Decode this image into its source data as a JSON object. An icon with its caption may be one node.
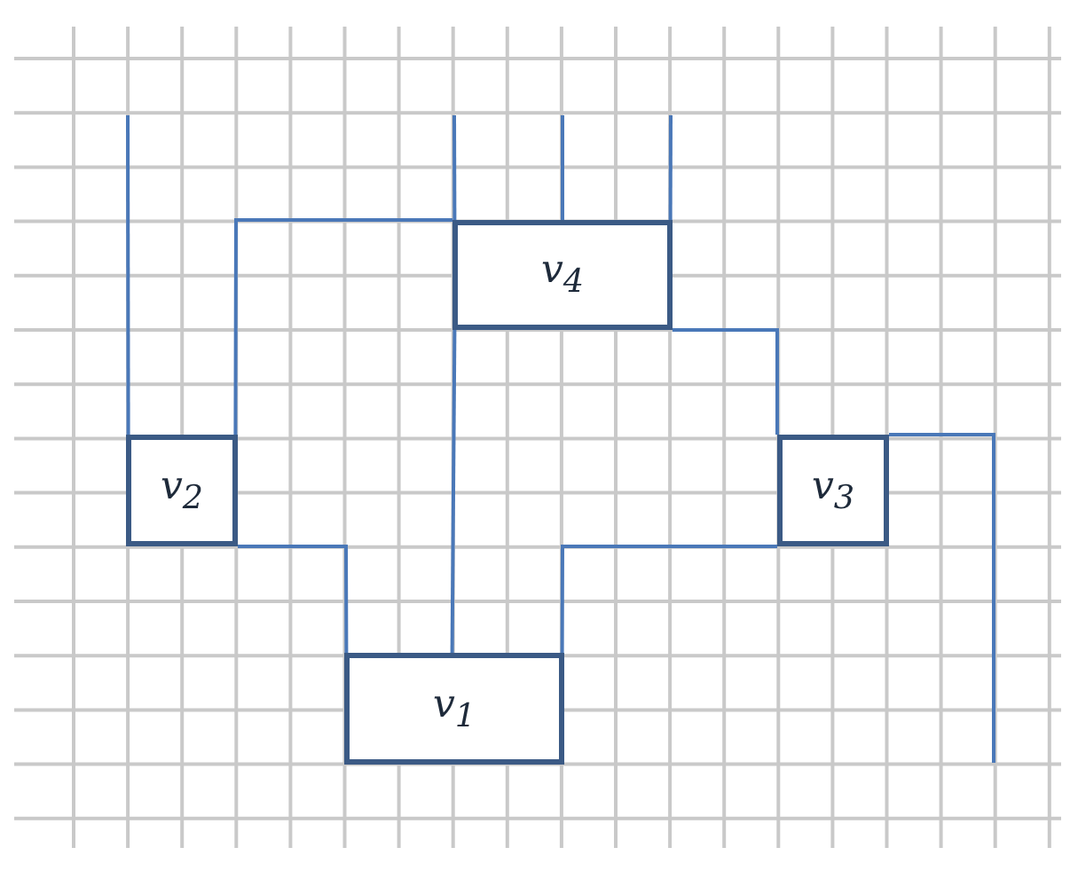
{
  "diagram": {
    "nodes": [
      {
        "text": [
          "v$_{4}$"
        ]
      },
      {
        "text": [
          "v$_{2}$"
        ]
      },
      {
        "text": [
          "v$_{3}$"
        ]
      },
      {
        "text": [
          "v$_{1}$"
        ]
      }
    ],
    "edges": [
      {
        "from": 1,
        "to": null,
        "arrow": "none"
      },
      {
        "from": 1,
        "to": 0,
        "arrow": "none"
      },
      {
        "from": 0,
        "to": null,
        "arrow": "none"
      },
      {
        "from": 0,
        "to": null,
        "arrow": "none"
      },
      {
        "from": 0,
        "to": null,
        "arrow": "none"
      },
      {
        "from": 0,
        "to": 2,
        "arrow": "none"
      },
      {
        "from": 2,
        "to": null,
        "arrow": "none"
      },
      {
        "from": 2,
        "to": 3,
        "arrow": "none"
      },
      {
        "from": 0,
        "to": 3,
        "arrow": "none"
      },
      {
        "from": 1,
        "to": 3,
        "arrow": "none"
      }
    ]
  }
}
